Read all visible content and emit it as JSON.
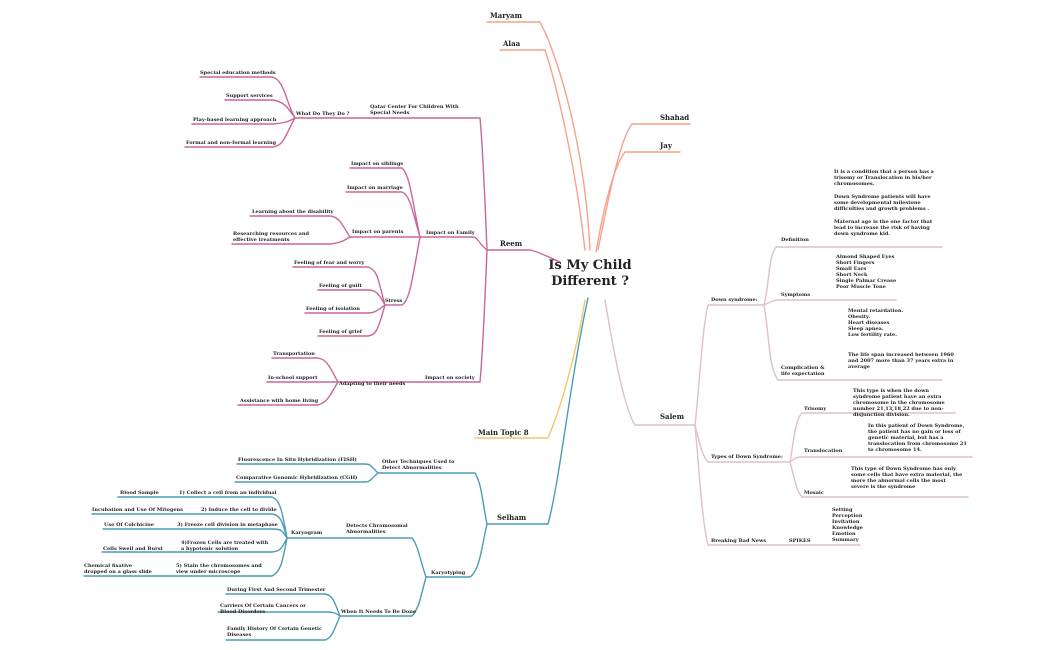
{
  "center": {
    "line1": "Is My Child",
    "line2": "Different ?"
  },
  "branches": {
    "maryam": "Maryam",
    "alaa": "Alaa",
    "shahad": "Shahad",
    "jay": "Jay",
    "main8": "Main Topic 8",
    "reem": "Reem",
    "salem": "Salem",
    "selham": "Selham"
  },
  "reem": {
    "qatar": "Qatar Center For Children With Special Needs",
    "what_do": "What Do They Do  ?",
    "special_ed": "Special education methods",
    "support": "Support services",
    "play": "Play-based learning approach",
    "formal": "Formal and non-formal learning",
    "impact_family": "Impact on Family",
    "siblings": "Impact on siblings",
    "marriage": "Impact on marriage",
    "parents": "Impact on parents",
    "learning_dis": "Learning about the disability",
    "researching": "Researching resources and effective treatments",
    "stress": "Stress",
    "fear": "Feeling of fear and worry",
    "guilt": "Feeling of guilt",
    "isolation": "Feeling of isolation",
    "grief": "Feeling of grief",
    "impact_society": "Impact on society",
    "adapting": "Adapting to their needs",
    "transport": "Transportation",
    "in_school": "In-school support",
    "home_living": "Assistance with home living"
  },
  "salem": {
    "down": "Down syndrome:",
    "definition": "Definition",
    "def1": "It is a condition that a person has a trisomy or Translocation in his/her chromosomes.",
    "def2": "Down Syndrome patients will have some developmental milestone difficulties and growth problems .",
    "def3": "Maternal age is the one factor that lead to increase  the risk of having down syndrome kid.",
    "symptoms": "Symptoms",
    "sym_list": "Almond Shaped Eyes\nShort Fingers\nSmall Ears\nShort Neck\nSingle Palmar Crease\nPoor Muscle Tone",
    "comp_list": "Mental retardation.\nObesity.\nHeart diseases\nSleep apnea.\nLow fertility rate.",
    "complication": "Complication & life expectation",
    "lifespan": "The life span increased between 1960 and 2007 more than 37 years extra in average",
    "types": "Types of  Down Syndrome:",
    "trisomy": "Trisomy",
    "trisomy_desc": "This type is when the down syndrome patient have an extra chromosome in the chromosome number 21,13,18,22  due to non-disjunction division.",
    "translocation": "Translocation",
    "trans_desc": "In this patient of Down Syndrome,  the patient has no gain or loss of genetic material, but has a translocation from chromosome 21 to chromosome 14.",
    "mosaic": "Mosaic",
    "mosaic_desc": "This type of Down Syndrome has only some cells that have extra material, the more the abnormal cells the most severe is the syndrome",
    "bad_news": "Breaking Bad News",
    "spikes": "SPIKES",
    "spikes_list": "Setting\nPerception\nInvitation\nKnowledge\nEmotion\nSummary"
  },
  "selham": {
    "other_tech": "Other Techniques Used to Detect Abnormalities",
    "fish": "Fluorescence In Situ Hybridization  (FISH)",
    "cgh": "Comparative Genomic Hybridization  (CGH)",
    "karyotyping": "Karyotyping",
    "detects": "Detects Chromosomal Abnormalities",
    "karyogram": "Karyogram",
    "step1": "1) Collect a cell from an individual",
    "step1_d": "Blood Sample",
    "step2": "2) Induce the cell to divide",
    "step2_d": "Incubation and Use Of Mitogens",
    "step3": "3) Freeze cell division in metaphase",
    "step3_d": "Use Of Colchicine",
    "step4": "4)Frozen Cells are treated with a hypotonic solution",
    "step4_d": "Cells Swell and Burst",
    "step5": "5) Stain the chromosomes and view under microscope",
    "step5_d": "Chemical fixative dropped on a glass slide",
    "when": "When It Needs To Be Done",
    "first": "During First And Second Trimester",
    "carriers": "Carriers Of Certain Cancers or Blood Disorders",
    "family": "Family History Of Certain Genetic Diseases"
  },
  "colors": {
    "maryam": "#f4a28c",
    "shahad": "#f4a28c",
    "reem": "#c9679a",
    "salem": "#dcc2cb",
    "selham": "#4a9db5",
    "main8": "#f4c56a"
  }
}
